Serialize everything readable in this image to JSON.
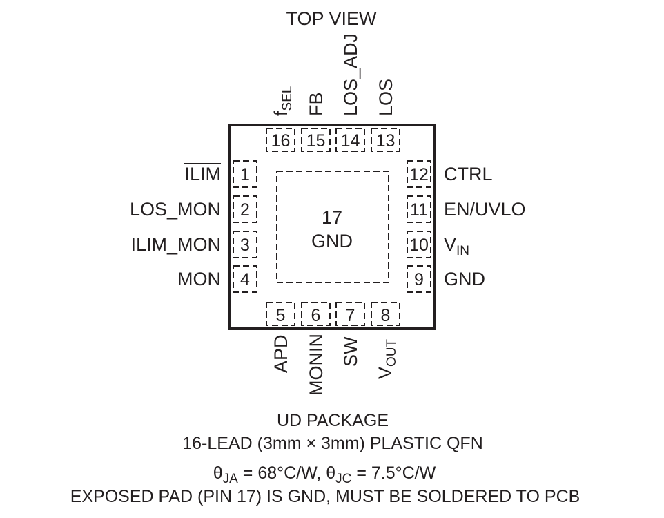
{
  "view_title": "TOP VIEW",
  "pins_top": [
    {
      "num": "16",
      "name": "f",
      "name_sub": "SEL"
    },
    {
      "num": "15",
      "name": "FB"
    },
    {
      "num": "14",
      "name": "LOS_ADJ"
    },
    {
      "num": "13",
      "name": "LOS"
    }
  ],
  "pins_left": [
    {
      "num": "1",
      "name": "ILIM",
      "overbar": true
    },
    {
      "num": "2",
      "name": "LOS_MON"
    },
    {
      "num": "3",
      "name": "ILIM_MON"
    },
    {
      "num": "4",
      "name": "MON"
    }
  ],
  "pins_right": [
    {
      "num": "12",
      "name": "CTRL"
    },
    {
      "num": "11",
      "name": "EN/UVLO"
    },
    {
      "num": "10",
      "name": "V",
      "name_sub": "IN"
    },
    {
      "num": "9",
      "name": "GND"
    }
  ],
  "pins_bottom": [
    {
      "num": "5",
      "name": "APD"
    },
    {
      "num": "6",
      "name": "MONIN"
    },
    {
      "num": "7",
      "name": "SW"
    },
    {
      "num": "8",
      "name": "V",
      "name_sub": "OUT"
    }
  ],
  "exposed_pad": {
    "num": "17",
    "name": "GND"
  },
  "package": {
    "line1": "UD PACKAGE",
    "line2": "16-LEAD (3mm × 3mm) PLASTIC QFN",
    "thermal": {
      "theta": "θ",
      "ja_sub": "JA",
      "ja_value": " = 68°C/W, ",
      "jc_sub": "JC",
      "jc_value": " = 7.5°C/W"
    },
    "line4": "EXPOSED PAD (PIN 17) IS GND, MUST BE SOLDERED TO PCB"
  }
}
